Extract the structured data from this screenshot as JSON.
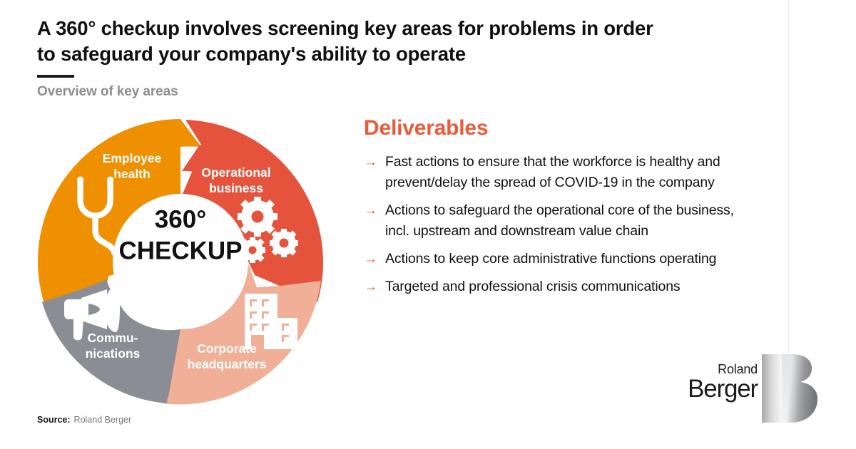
{
  "header": {
    "headline": "A 360° checkup involves screening key areas for problems in order to safeguard your company's ability to operate",
    "subhead": "Overview of key areas"
  },
  "chart_data": {
    "type": "pie",
    "title": "360° CHECKUP",
    "center_line_1": "360°",
    "center_line_2": "CHECKUP",
    "legend": "none",
    "categories": [
      "Employee health",
      "Operational business",
      "Corporate headquarters",
      "Communications"
    ],
    "values": [
      25,
      25,
      25,
      25
    ],
    "segments": [
      {
        "id": "employee-health",
        "label_line_1": "Employee",
        "label_line_2": "health",
        "color": "#EE9000",
        "icon": "stethoscope-icon",
        "value": 25,
        "start_deg": 270,
        "end_deg": 0
      },
      {
        "id": "operational-business",
        "label_line_1": "Operational",
        "label_line_2": "business",
        "color": "#E5533C",
        "icon": "gears-icon",
        "value": 25,
        "start_deg": 0,
        "end_deg": 90
      },
      {
        "id": "corporate-headquarters",
        "label_line_1": "Corporate",
        "label_line_2": "headquarters",
        "color": "#F0AF96",
        "icon": "office-building-icon",
        "value": 25,
        "start_deg": 90,
        "end_deg": 180
      },
      {
        "id": "communications",
        "label_line_1": "Commu-",
        "label_line_2": "nications",
        "color": "#8A8D94",
        "icon": "megaphone-icon",
        "value": 25,
        "start_deg": 180,
        "end_deg": 270
      }
    ]
  },
  "deliverables": {
    "title": "Deliverables",
    "arrow_glyph": "→",
    "items": [
      "Fast actions to ensure that the workforce is healthy and prevent/delay the spread of COVID-19 in the company",
      "Actions to safeguard the operational core of the business, incl. upstream and downstream value chain",
      "Actions to keep core administrative functions operating",
      "Targeted and professional crisis communications"
    ]
  },
  "source": {
    "label": "Source:",
    "value": "Roland Berger"
  },
  "logo": {
    "line1": "Roland",
    "line2": "Berger",
    "mark": "B"
  },
  "colors": {
    "accent_red": "#EA5B3A",
    "orange": "#EE9000",
    "red": "#E5533C",
    "salmon": "#F0AF96",
    "gray": "#8A8D94",
    "text": "#111111",
    "subhead_gray": "#8E8E8E"
  }
}
